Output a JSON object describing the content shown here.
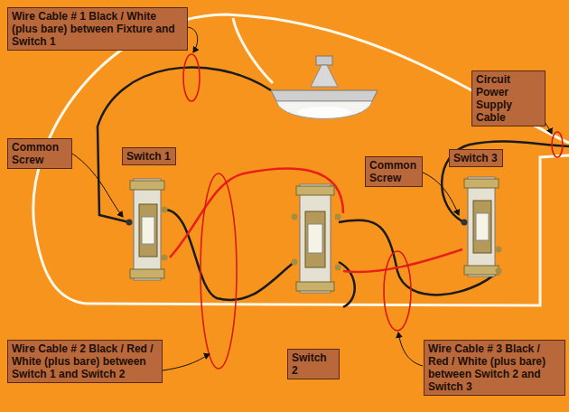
{
  "diagram": {
    "nodes": [
      {
        "text": [
          "Wire Cable # 1 Black / White (plus bare) between Fixture and Switch 1"
        ]
      },
      {
        "text": [
          "Circuit Power Supply Cable"
        ]
      },
      {
        "text": [
          "Common Screw"
        ]
      },
      {
        "text": [
          "Switch 1"
        ]
      },
      {
        "text": [
          "Common Screw"
        ]
      },
      {
        "text": [
          "Switch 3"
        ]
      },
      {
        "text": [
          "Switch 2"
        ]
      },
      {
        "text": [
          "Wire Cable # 2 Black / Red / White (plus bare) between Switch 1 and Switch 2"
        ]
      },
      {
        "text": [
          "Wire Cable # 3 Black / Red / White (plus bare) between Switch 2 and Switch 3"
        ]
      }
    ]
  }
}
